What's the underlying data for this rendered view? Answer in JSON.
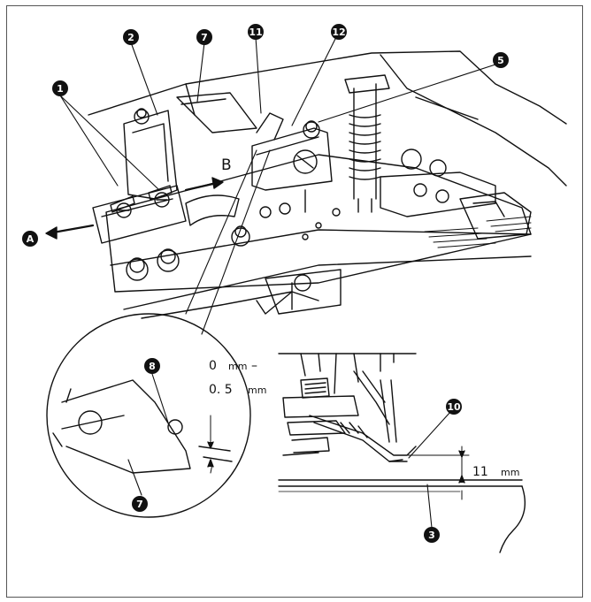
{
  "callouts": {
    "c1": "1",
    "c2": "2",
    "c3": "3",
    "c5": "5",
    "c7a": "7",
    "c7b": "7",
    "c8": "8",
    "c10": "10",
    "c11": "11",
    "c12": "12",
    "cA": "A"
  },
  "labels": {
    "b": "B",
    "dim_top_value": "0",
    "dim_top_unit": "mm",
    "dim_top_dash": "–",
    "dim_bottom_value": "0. 5",
    "dim_bottom_unit": "mm",
    "dim_gap_value": "11",
    "dim_gap_unit": "mm"
  },
  "colors": {
    "ink": "#111111",
    "frame": "#555555"
  }
}
